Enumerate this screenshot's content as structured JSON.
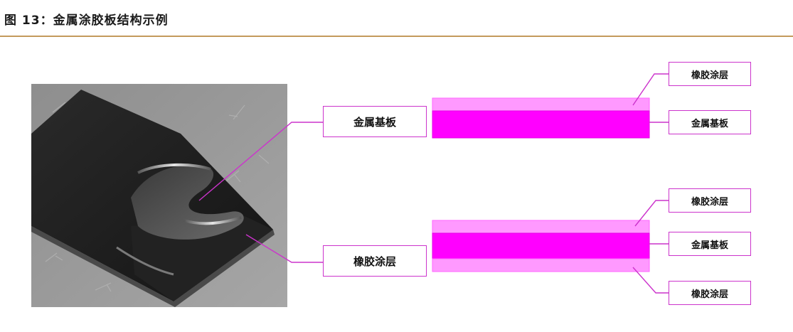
{
  "figure": {
    "title": "图 13：金属涂胶板结构示例"
  },
  "photo_labels": {
    "substrate": "金属基板",
    "coating": "橡胶涂层"
  },
  "single_side": {
    "layers": [
      {
        "label": "橡胶涂层",
        "color": "#ff99ff"
      },
      {
        "label": "金属基板",
        "color": "#ff00ff"
      }
    ]
  },
  "double_side": {
    "layers": [
      {
        "label": "橡胶涂层",
        "color": "#ff99ff"
      },
      {
        "label": "金属基板",
        "color": "#ff00ff"
      },
      {
        "label": "橡胶涂层",
        "color": "#ff99ff"
      }
    ]
  },
  "colors": {
    "leader_line": "#cc33cc",
    "title_rule": "#c49a5c",
    "metal_substrate": "#ff00ff",
    "rubber_coating": "#ff99ff"
  }
}
